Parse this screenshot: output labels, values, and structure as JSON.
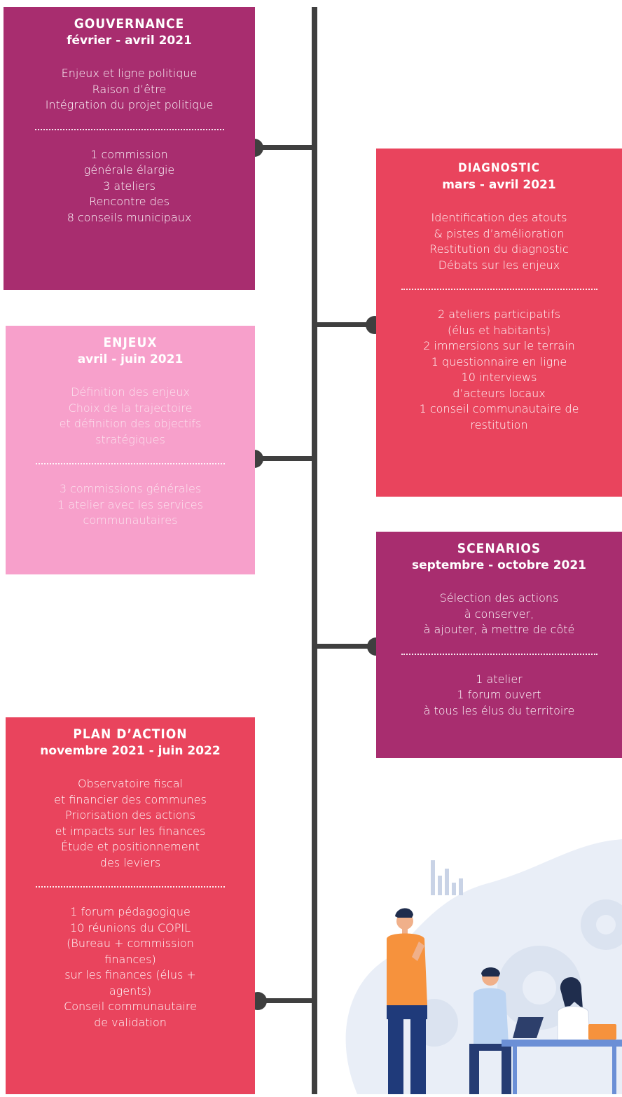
{
  "timeline": {
    "gouvernance": {
      "title": "GOUVERNANCE",
      "dates": "février - avril 2021",
      "block1": [
        "Enjeux et ligne politique",
        "Raison d’être",
        "Intégration du projet politique"
      ],
      "block2": [
        "1 commission",
        "générale élargie",
        "3 ateliers",
        "Rencontre des",
        "8 conseils municipaux"
      ]
    },
    "diagnostic": {
      "title": "DIAGNOSTIC",
      "dates": "mars - avril 2021",
      "block1": [
        "Identification des atouts",
        "& pistes d’amélioration",
        "Restitution du diagnostic",
        "Débats sur les enjeux"
      ],
      "block2": [
        "2 ateliers participatifs",
        "(élus et habitants)",
        "2 immersions sur le terrain",
        "1 questionnaire en ligne",
        "10 interviews",
        "d’acteurs locaux",
        "1 conseil communautaire de",
        "restitution"
      ]
    },
    "enjeux": {
      "title": "ENJEUX",
      "dates": "avril - juin 2021",
      "block1": [
        "Définition des enjeux",
        "Choix de la trajectoire",
        "et définition des objectifs",
        "stratégiques"
      ],
      "block2": [
        "3 commissions générales",
        "1 atelier avec les services",
        "communautaires"
      ]
    },
    "scenarios": {
      "title": "SCENARIOS",
      "dates": "septembre - octobre 2021",
      "block1": [
        "Sélection des actions",
        "à conserver,",
        "à ajouter, à mettre de côté"
      ],
      "block2": [
        "1 atelier",
        "1 forum ouvert",
        "à tous les élus du territoire"
      ]
    },
    "plan_action": {
      "title": "PLAN D’ACTION",
      "dates": "novembre 2021 - juin 2022",
      "block1": [
        "Observatoire fiscal",
        "et financier  des communes",
        "Priorisation des actions",
        "et impacts sur les finances",
        "Étude et positionnement",
        "des leviers"
      ],
      "block2": [
        "1 forum pédagogique",
        "10 réunions du COPIL",
        "(Bureau + commission",
        "finances)",
        "sur les finances (élus +",
        "agents)",
        "Conseil communautaire",
        "de validation"
      ]
    }
  },
  "colors": {
    "plum": "#a82d6f",
    "coral": "#e9445d",
    "pink": "#f7a0cb",
    "line": "#3f3f3f"
  },
  "icons": [
    "team-working-illustration"
  ]
}
